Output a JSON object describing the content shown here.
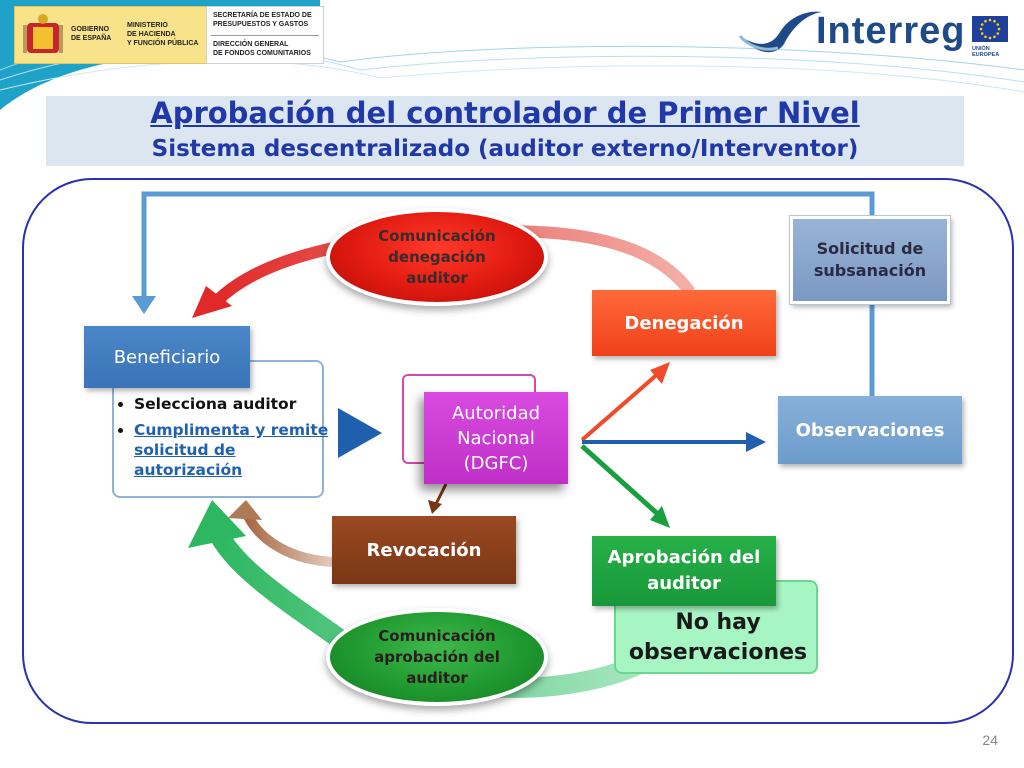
{
  "header": {
    "gov": {
      "line1": "GOBIERNO",
      "line2": "DE ESPAÑA",
      "ministry1": "MINISTERIO",
      "ministry2": "DE HACIENDA",
      "ministry3": "Y FUNCIÓN PÚBLICA"
    },
    "secretaria": {
      "line1": "SECRETARÍA DE ESTADO DE",
      "line2": "PRESUPUESTOS Y GASTOS",
      "line3": "DIRECCIÓN GENERAL",
      "line4": "DE FONDOS COMUNITARIOS"
    },
    "interreg": {
      "logo_text": "Interreg",
      "eu_label": "UNIÓN EUROPEA"
    }
  },
  "title": "Aprobación del controlador de Primer Nivel",
  "subtitle": "Sistema descentralizado (auditor externo/Interventor)",
  "diagram": {
    "comunicacion_denegacion": "Comunicación denegación auditor",
    "denegacion": "Denegación",
    "solicitud_subsanacion": "Solicitud de subsanación",
    "beneficiario": "Beneficiario",
    "beneficiario_items": [
      "Selecciona auditor",
      "Cumplimenta y remite solicitud de autorización"
    ],
    "autoridad_nacional": "Autoridad Nacional (DGFC)",
    "observaciones": "Observaciones",
    "revocacion": "Revocación",
    "aprobacion_auditor": "Aprobación del auditor",
    "no_hay_observaciones": "No hay observaciones",
    "comunicacion_aprobacion": "Comunicación aprobación del auditor"
  },
  "colors": {
    "title": "#2038a8",
    "frame": "#2b2fb0",
    "red": "#e01a10",
    "green": "#209a30",
    "blue_arrow": "#1f5fae",
    "magenta": "#c030c8",
    "brown": "#7a3614"
  },
  "page_number": "24"
}
